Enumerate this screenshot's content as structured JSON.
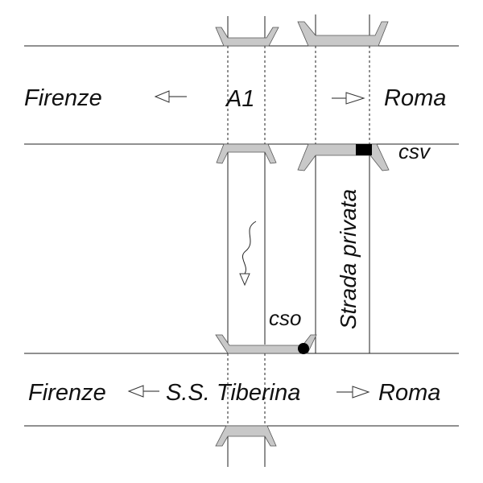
{
  "labels": {
    "top_left_city": "Firenze",
    "highway": "A1",
    "top_right_city": "Roma",
    "csv": "csv",
    "private_road": "Strada privata",
    "cso": "cso",
    "bottom_left_city": "Firenze",
    "state_road": "S.S. Tiberina",
    "bottom_right_city": "Roma"
  }
}
